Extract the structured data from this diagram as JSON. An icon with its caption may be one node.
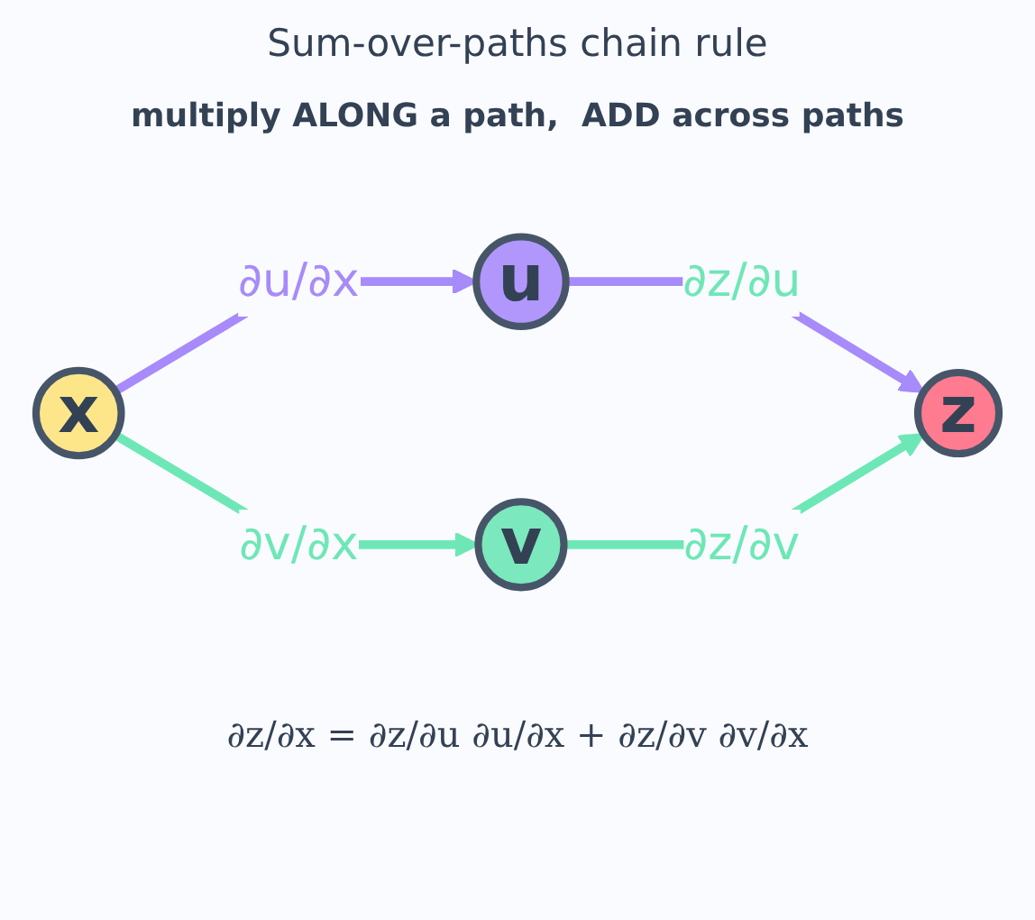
{
  "diagram": {
    "title": "Sum-over-paths chain rule",
    "nodes": [
      {
        "text": [
          "x"
        ]
      },
      {
        "text": [
          "u"
        ]
      },
      {
        "text": [
          "v"
        ]
      },
      {
        "text": [
          "z"
        ]
      }
    ],
    "edges": [
      {
        "from": 0,
        "to": 1,
        "arrow": "to",
        "label": "∂u/∂x",
        "color": "#a78bfa"
      },
      {
        "from": 1,
        "to": 3,
        "arrow": "to",
        "label": "∂z/∂u",
        "color": "#a78bfa"
      },
      {
        "from": 0,
        "to": 2,
        "arrow": "to",
        "label": "∂v/∂x",
        "color": "#6ee7b7"
      },
      {
        "from": 2,
        "to": 3,
        "arrow": "to",
        "label": "∂z/∂v",
        "color": "#6ee7b7"
      }
    ],
    "labels": [
      "multiply ALONG a path,  ADD across paths",
      "∂z/∂x = ∂z/∂u ∂u/∂x + ∂z/∂v ∂v/∂x"
    ]
  }
}
